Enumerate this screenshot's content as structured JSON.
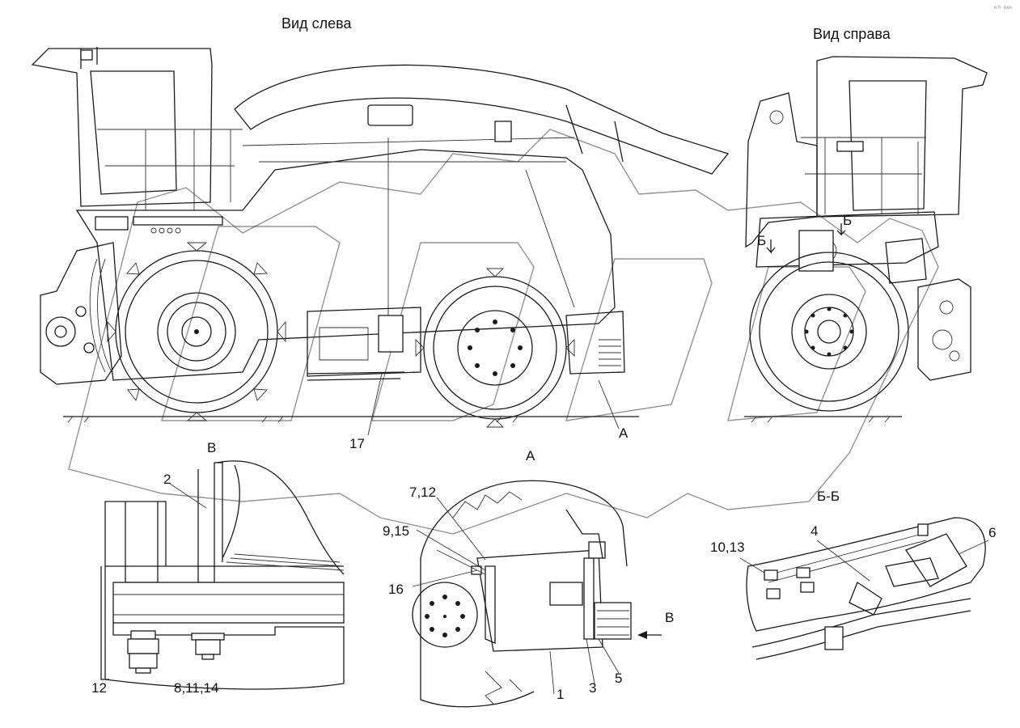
{
  "views": {
    "left": "Вид слева",
    "right": "Вид справа",
    "detail_a": "А",
    "detail_v": "В",
    "section_bb": "Б-Б"
  },
  "markers": {
    "a_on_main": "А",
    "v_arrow": "В",
    "b1": "Б",
    "b2": "Б"
  },
  "callouts": {
    "c17": "17",
    "c2": "2",
    "c12": "12",
    "c8_11_14": "8,11,14",
    "c7_12": "7,12",
    "c9_15": "9,15",
    "c16": "16",
    "c1": "1",
    "c3": "3",
    "c5": "5",
    "c10_13": "10,13",
    "c4": "4",
    "c6": "6"
  },
  "corner_mark": "e® exe"
}
